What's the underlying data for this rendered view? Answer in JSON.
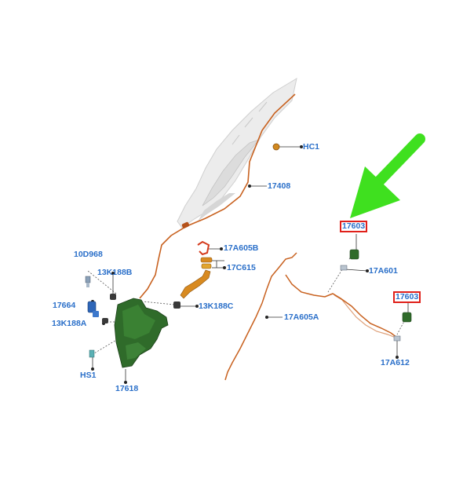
{
  "labels": {
    "hc1": "HC1",
    "p17408": "17408",
    "p17603_top": "17603",
    "p17603_bottom": "17603",
    "p17a605b": "17A605B",
    "p17c615": "17C615",
    "p10d968": "10D968",
    "p13k188b": "13K188B",
    "p17a601": "17A601",
    "p17664": "17664",
    "p13k188c": "13K188C",
    "p13k188a": "13K188A",
    "p17a605a": "17A605A",
    "p17a612": "17A612",
    "hs1": "HS1",
    "p17618": "17618"
  },
  "colors": {
    "label_text": "#2a6fc9",
    "highlight_box": "#e0201a",
    "arrow": "#3fe01f",
    "hose": "#c8611f",
    "reservoir": "#2f6b2a",
    "body_panel": "#e6e6e6"
  },
  "callout": {
    "arrow_icon": "green-arrow-icon",
    "highlighted_part": "17603"
  }
}
